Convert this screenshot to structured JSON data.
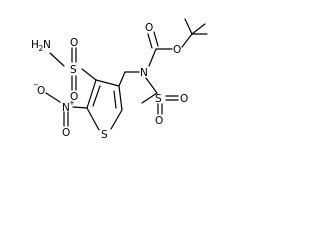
{
  "molecule": {
    "atom_labels": {
      "sulfonamide_h2n": "H",
      "sulfonamide_h2n_sub": "2",
      "sulfonamide_n": "N",
      "sulfonamide_s": "S",
      "sulfonamide_o_top": "O",
      "sulfonamide_o_bottom": "O",
      "nitro_o_minus": "O",
      "nitro_minus_sign": "−",
      "nitro_n": "N",
      "nitro_plus_sign": "+",
      "nitro_o_double": "O",
      "ring_s": "S",
      "carbamate_n": "N",
      "carbonyl_o": "O",
      "ester_o": "O",
      "mesyl_s": "S",
      "mesyl_o_right": "O",
      "mesyl_o_bottom": "O"
    }
  }
}
